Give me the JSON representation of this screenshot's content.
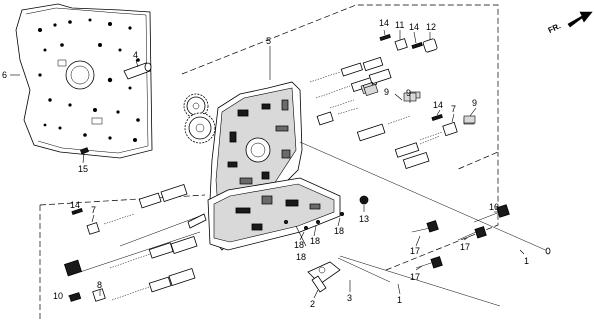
{
  "callouts": {
    "c1a": "1",
    "c1b": "1",
    "c2": "2",
    "c3": "3",
    "c4": "4",
    "c5": "5",
    "c6": "6",
    "c7a": "7",
    "c7b": "7",
    "c8": "8",
    "c9a": "9",
    "c9b": "9",
    "c9c": "9",
    "c10": "10",
    "c11": "11",
    "c12": "12",
    "c13": "13",
    "c14a": "14",
    "c14b": "14",
    "c14c": "14",
    "c14d": "14",
    "c15": "15",
    "c16": "16",
    "c17a": "17",
    "c17b": "17",
    "c17c": "17",
    "c18a": "18",
    "c18b": "18",
    "c18c": "18",
    "c18d": "18"
  },
  "direction_label": "FR.",
  "colors": {
    "ink": "#000000",
    "paper": "#ffffff",
    "shade": "#6a6a6a"
  }
}
